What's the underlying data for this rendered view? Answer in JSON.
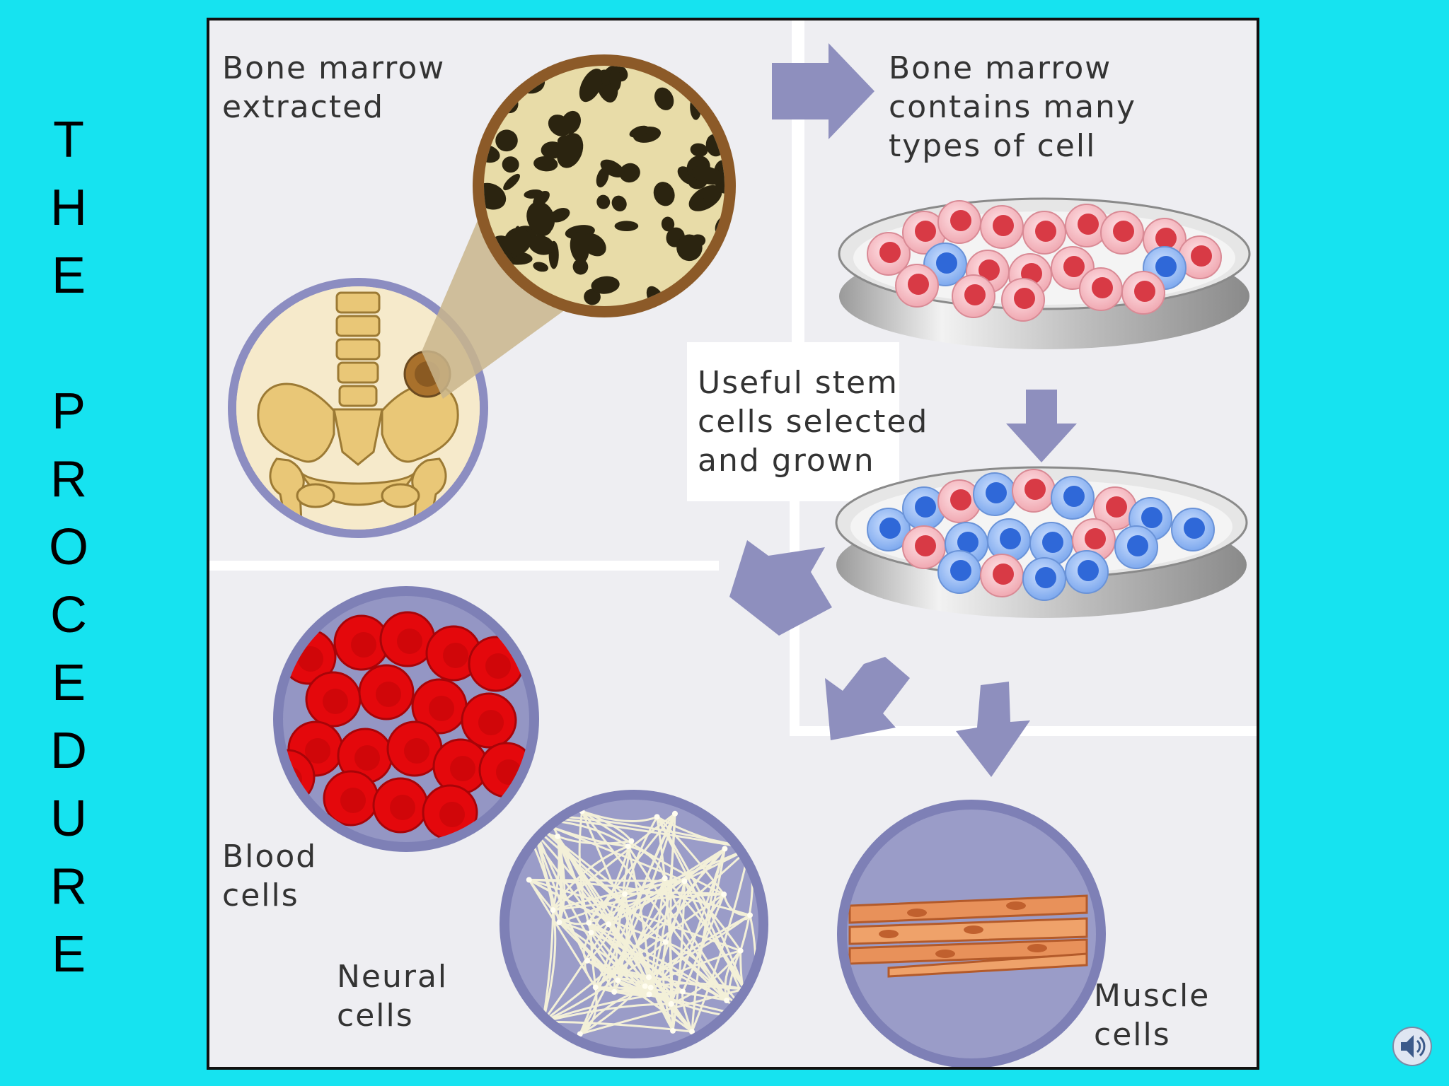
{
  "side_title": [
    "T",
    "H",
    "E",
    " ",
    "P",
    "R",
    "O",
    "C",
    "E",
    "D",
    "U",
    "R",
    "E"
  ],
  "labels": {
    "bone_marrow_extracted": "Bone marrow\nextracted",
    "bone_marrow_contains": "Bone marrow\ncontains many\ntypes of cell",
    "useful_stem_cells": "Useful stem\ncells selected\nand grown",
    "blood_cells": "Blood\ncells",
    "neural_cells": "Neural\ncells",
    "muscle_cells": "Muscle\ncells"
  },
  "icons": {
    "speaker": "speaker-icon"
  },
  "colors": {
    "background": "#16E3F0",
    "panel": "#EEEEF2",
    "arrow": "#8E8FBE",
    "circle_ring": "#7E80B6",
    "bone": "#E9C777",
    "blood_cell": "#E4080C",
    "stem_cell": "#2F68D8",
    "other_cell": "#D83A45"
  }
}
